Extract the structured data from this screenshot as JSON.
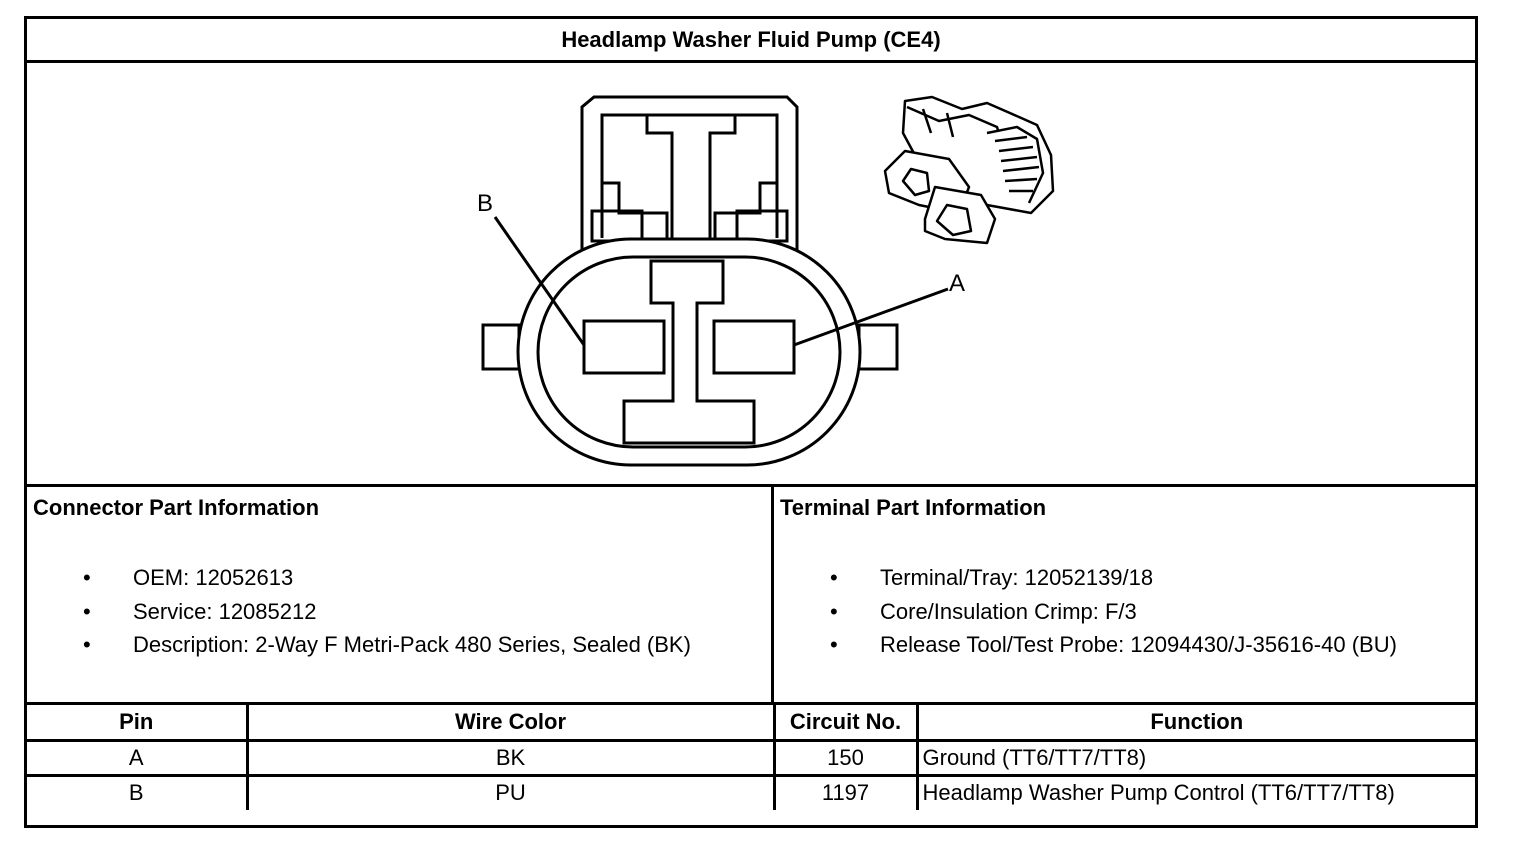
{
  "title": "Headlamp Washer Fluid Pump (CE4)",
  "diagram": {
    "pin_labels": [
      "B",
      "A"
    ]
  },
  "connector_info": {
    "heading": "Connector Part Information",
    "items": [
      "OEM: 12052613",
      "Service: 12085212",
      "Description: 2-Way F Metri-Pack 480 Series, Sealed (BK)"
    ]
  },
  "terminal_info": {
    "heading": "Terminal Part Information",
    "items": [
      "Terminal/Tray: 12052139/18",
      "Core/Insulation Crimp: F/3",
      "Release Tool/Test Probe: 12094430/J-35616-40 (BU)"
    ]
  },
  "bullet": "•",
  "table": {
    "headers": [
      "Pin",
      "Wire Color",
      "Circuit No.",
      "Function"
    ],
    "rows": [
      [
        "A",
        "BK",
        "150",
        "Ground (TT6/TT7/TT8)"
      ],
      [
        "B",
        "PU",
        "1197",
        "Headlamp Washer Pump Control (TT6/TT7/TT8)"
      ]
    ]
  }
}
